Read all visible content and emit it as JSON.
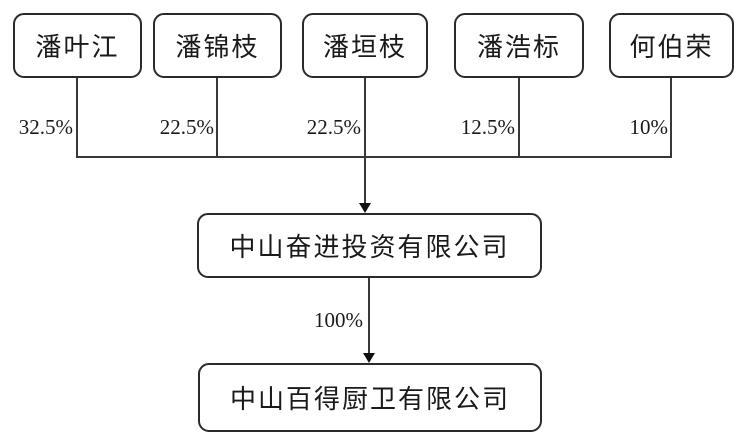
{
  "diagram": {
    "type": "ownership-structure",
    "shareholders": [
      {
        "name": "潘叶江",
        "percent": "32.5%"
      },
      {
        "name": "潘锦枝",
        "percent": "22.5%"
      },
      {
        "name": "潘垣枝",
        "percent": "22.5%"
      },
      {
        "name": "潘浩标",
        "percent": "12.5%"
      },
      {
        "name": "何伯荣",
        "percent": "10%"
      }
    ],
    "holding_company": "中山奋进投资有限公司",
    "holding_to_subsidiary_percent": "100%",
    "subsidiary": "中山百得厨卫有限公司",
    "colors": {
      "background": "#ffffff",
      "box_border": "#2a2a2a",
      "line": "#383838",
      "text": "#1a1a1a"
    }
  }
}
